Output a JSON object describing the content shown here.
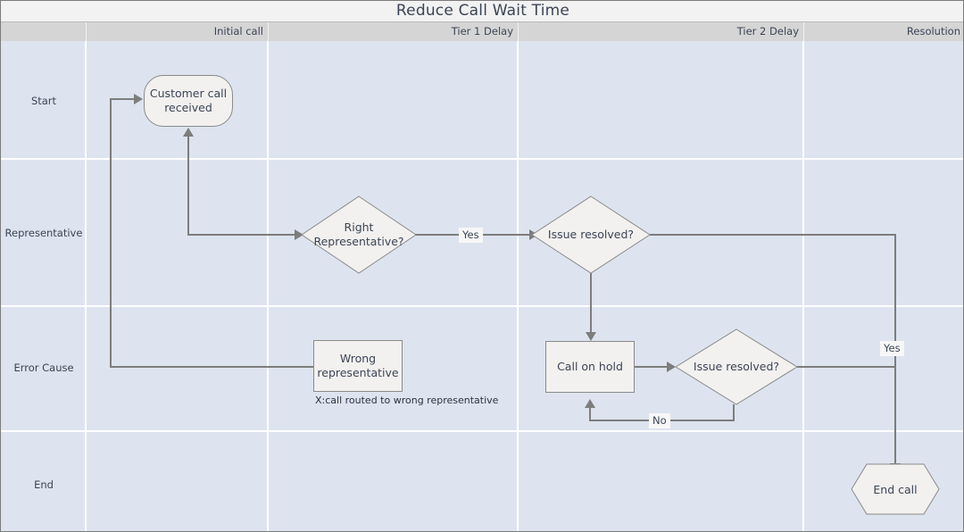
{
  "diagram": {
    "title": "Reduce Call Wait Time",
    "type": "swimlane-flowchart",
    "columns": [
      {
        "id": "corner",
        "label": ""
      },
      {
        "id": "initial-call",
        "label": "Initial call"
      },
      {
        "id": "tier-1-delay",
        "label": "Tier 1 Delay"
      },
      {
        "id": "tier-2-delay",
        "label": "Tier 2 Delay"
      },
      {
        "id": "resolution",
        "label": "Resolution"
      }
    ],
    "rows": [
      {
        "id": "start",
        "label": "Start"
      },
      {
        "id": "representative",
        "label": "Representative"
      },
      {
        "id": "error-cause",
        "label": "Error Cause"
      },
      {
        "id": "end",
        "label": "End"
      }
    ],
    "nodes": [
      {
        "id": "customer-call-received",
        "label": "Customer call received",
        "shape": "stadium",
        "row": "start",
        "column": "initial-call"
      },
      {
        "id": "right-representative",
        "label": "Right Representative?",
        "shape": "diamond",
        "row": "representative",
        "column": "initial-call"
      },
      {
        "id": "issue-resolved-tier1",
        "label": "Issue resolved?",
        "shape": "diamond",
        "row": "representative",
        "column": "tier-1-delay"
      },
      {
        "id": "wrong-representative",
        "label": "Wrong representative",
        "shape": "rectangle",
        "row": "error-cause",
        "column": "initial-call"
      },
      {
        "id": "call-on-hold",
        "label": "Call on hold",
        "shape": "rectangle",
        "row": "error-cause",
        "column": "tier-1-delay"
      },
      {
        "id": "issue-resolved-tier2",
        "label": "Issue resolved?",
        "shape": "diamond",
        "row": "error-cause",
        "column": "tier-2-delay"
      },
      {
        "id": "end-call",
        "label": "End call",
        "shape": "hexagon",
        "row": "end",
        "column": "resolution"
      }
    ],
    "edge_labels": {
      "right_rep_yes": "Yes",
      "tier1_resolved_yes": "Yes",
      "tier2_resolved_no": "No"
    },
    "annotations": [
      {
        "id": "wrong-representative-note",
        "text": "X:call routed to wrong representative"
      }
    ],
    "colors": {
      "lane_fill": "#dde4ef",
      "header_fill": "#d5d5d5",
      "title_fill": "#f2f2f2",
      "shape_fill": "#f2f1ef",
      "shape_stroke": "#8a8a8a",
      "connector": "#7d7d7d",
      "text": "#3b4455"
    }
  }
}
